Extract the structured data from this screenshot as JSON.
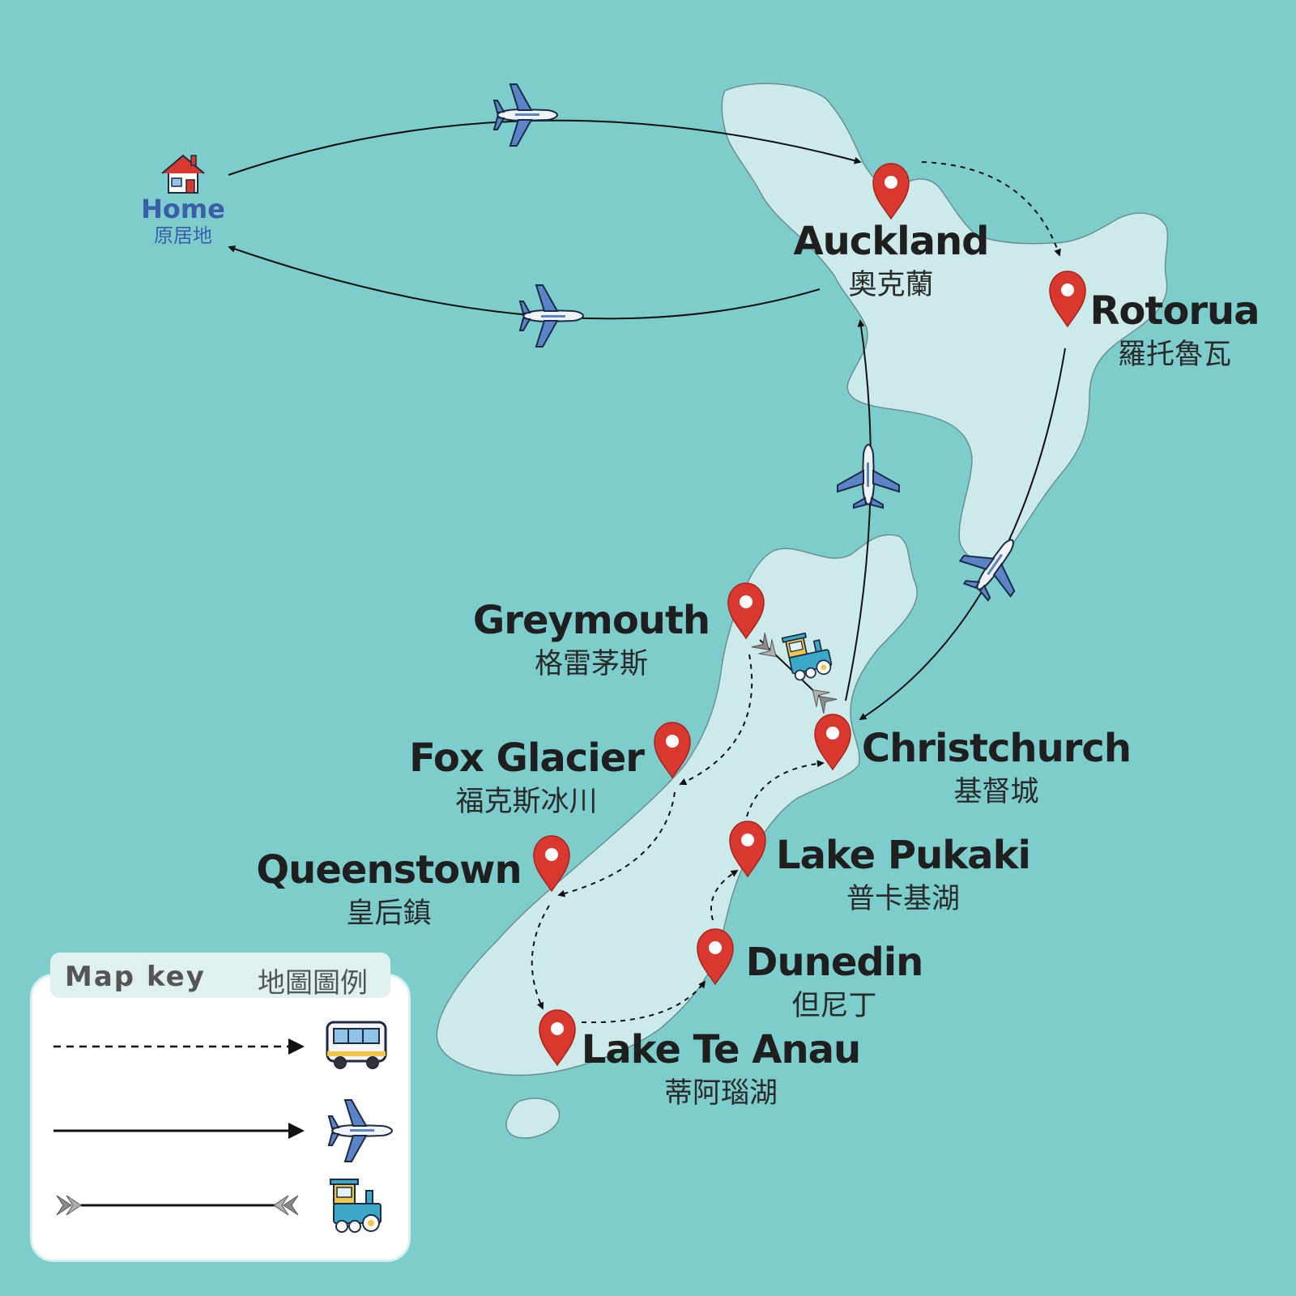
{
  "map": {
    "home": {
      "en": "Home",
      "zh": "原居地",
      "icon": "house-icon"
    },
    "places": [
      {
        "id": "auckland",
        "en": "Auckland",
        "zh": "奧克蘭"
      },
      {
        "id": "rotorua",
        "en": "Rotorua",
        "zh": "羅托魯瓦"
      },
      {
        "id": "greymouth",
        "en": "Greymouth",
        "zh": "格雷茅斯"
      },
      {
        "id": "christchurch",
        "en": "Christchurch",
        "zh": "基督城"
      },
      {
        "id": "fox-glacier",
        "en": "Fox Glacier",
        "zh": "福克斯冰川"
      },
      {
        "id": "queenstown",
        "en": "Queenstown",
        "zh": "皇后鎮"
      },
      {
        "id": "lake-pukaki",
        "en": "Lake Pukaki",
        "zh": "普卡基湖"
      },
      {
        "id": "dunedin",
        "en": "Dunedin",
        "zh": "但尼丁"
      },
      {
        "id": "lake-te-anau",
        "en": "Lake Te Anau",
        "zh": "蒂阿瑙湖"
      }
    ],
    "routes": [
      {
        "from": "Home",
        "to": "Auckland",
        "mode": "plane"
      },
      {
        "from": "Auckland",
        "to": "Rotorua",
        "mode": "bus"
      },
      {
        "from": "Rotorua",
        "to": "Christchurch",
        "mode": "plane"
      },
      {
        "from": "Christchurch",
        "to": "Greymouth",
        "mode": "train"
      },
      {
        "from": "Greymouth",
        "to": "Fox Glacier",
        "mode": "bus"
      },
      {
        "from": "Fox Glacier",
        "to": "Queenstown",
        "mode": "bus"
      },
      {
        "from": "Queenstown",
        "to": "Lake Te Anau",
        "mode": "bus"
      },
      {
        "from": "Lake Te Anau",
        "to": "Dunedin",
        "mode": "bus"
      },
      {
        "from": "Dunedin",
        "to": "Lake Pukaki",
        "mode": "bus"
      },
      {
        "from": "Lake Pukaki",
        "to": "Christchurch",
        "mode": "bus"
      },
      {
        "from": "Christchurch",
        "to": "Auckland",
        "mode": "plane"
      },
      {
        "from": "Auckland",
        "to": "Home",
        "mode": "plane"
      }
    ],
    "colors": {
      "sea": "#7ecdcd",
      "land": "#cdeaea",
      "pin": "#d9382f",
      "home_text": "#3b5ea8"
    }
  },
  "legend": {
    "title": "Map key",
    "title_zh": "地圖圖例",
    "items": [
      {
        "line": "dashed-arrow",
        "icon": "bus-icon",
        "mode": "bus"
      },
      {
        "line": "solid-arrow",
        "icon": "plane-icon",
        "mode": "plane"
      },
      {
        "line": "double-headed-arrow",
        "icon": "train-icon",
        "mode": "train"
      }
    ]
  }
}
